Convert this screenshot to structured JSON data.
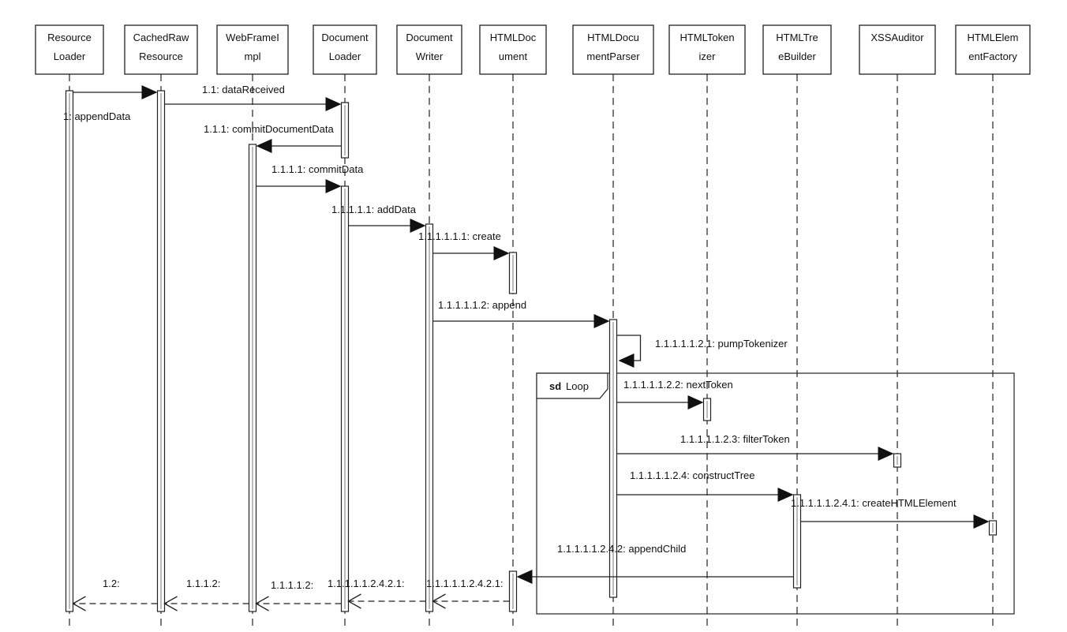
{
  "participants": [
    {
      "line1": "Resource",
      "line2": "Loader"
    },
    {
      "line1": "CachedRaw",
      "line2": "Resource"
    },
    {
      "line1": "WebFrameI",
      "line2": "mpl"
    },
    {
      "line1": "Document",
      "line2": "Loader"
    },
    {
      "line1": "Document",
      "line2": "Writer"
    },
    {
      "line1": "HTMLDoc",
      "line2": "ument"
    },
    {
      "line1": "HTMLDocu",
      "line2": "mentParser"
    },
    {
      "line1": "HTMLToken",
      "line2": "izer"
    },
    {
      "line1": "HTMLTre",
      "line2": "eBuilder"
    },
    {
      "line1": "XSSAuditor",
      "line2": ""
    },
    {
      "line1": "HTMLElem",
      "line2": "entFactory"
    }
  ],
  "frame": {
    "keyword": "sd",
    "name": "Loop"
  },
  "messages": [
    {
      "label": "1: appendData",
      "from": 0,
      "to": 1,
      "kind": "sync"
    },
    {
      "label": "1.1: dataReceived",
      "from": 1,
      "to": 3,
      "kind": "sync"
    },
    {
      "label": "1.1.1: commitDocumentData",
      "from": 3,
      "to": 2,
      "kind": "sync"
    },
    {
      "label": "1.1.1.1: commitData",
      "from": 2,
      "to": 3,
      "kind": "sync"
    },
    {
      "label": "1.1.1.1.1: addData",
      "from": 3,
      "to": 4,
      "kind": "sync"
    },
    {
      "label": "1.1.1.1.1.1: create",
      "from": 4,
      "to": 5,
      "kind": "sync"
    },
    {
      "label": "1.1.1.1.1.2: append",
      "from": 4,
      "to": 6,
      "kind": "sync"
    },
    {
      "label": "1.1.1.1.1.2.1: pumpTokenizer",
      "from": 6,
      "to": 6,
      "kind": "self"
    },
    {
      "label": "1.1.1.1.1.2.2: nextToken",
      "from": 6,
      "to": 7,
      "kind": "sync"
    },
    {
      "label": "1.1.1.1.1.2.3: filterToken",
      "from": 6,
      "to": 9,
      "kind": "sync"
    },
    {
      "label": "1.1.1.1.1.2.4: constructTree",
      "from": 6,
      "to": 8,
      "kind": "sync"
    },
    {
      "label": "1.1.1.1.1.2.4.1: createHTMLElement",
      "from": 8,
      "to": 10,
      "kind": "sync"
    },
    {
      "label": "1.1.1.1.1.2.4.2: appendChild",
      "from": 8,
      "to": 5,
      "kind": "sync"
    },
    {
      "label": "1.1.1.1.1.2.4.2.1:",
      "from": 5,
      "to": 4,
      "kind": "return"
    },
    {
      "label": "1.1.1.1.1.2.4.2.1:",
      "from": 4,
      "to": 3,
      "kind": "return"
    },
    {
      "label": "1.1.1.1.2:",
      "from": 3,
      "to": 2,
      "kind": "return"
    },
    {
      "label": "1.1.1.2:",
      "from": 2,
      "to": 1,
      "kind": "return"
    },
    {
      "label": "1.2:",
      "from": 1,
      "to": 0,
      "kind": "return"
    }
  ]
}
